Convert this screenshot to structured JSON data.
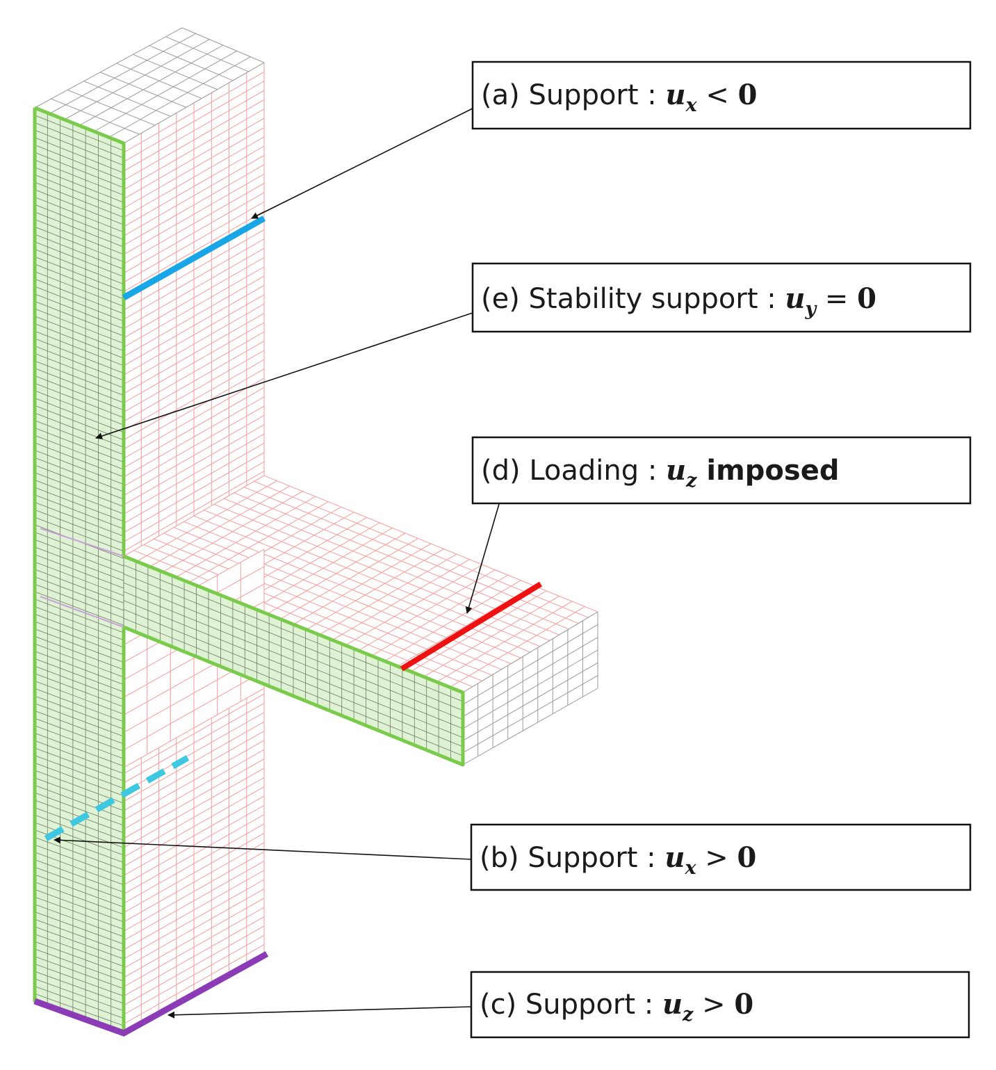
{
  "colors": {
    "mesh_side": "#f4a3a3",
    "mesh_top": "#9a9a9a",
    "front_face_fill": "#dff2d3",
    "front_face_grid": "#6e7a68",
    "outline_green": "#7acb4c",
    "support_a_blue": "#19a6e6",
    "support_b_cyan": "#3ec7e0",
    "support_c_purple": "#8a3bb5",
    "load_red": "#ee1111",
    "box_border": "#111111",
    "arrow": "#111111"
  },
  "labels": {
    "a": {
      "prefix": "(a) Support : ",
      "var": "u",
      "sub": "x",
      "rel": " < ",
      "val": "0"
    },
    "e": {
      "prefix": "(e) Stability support : ",
      "var": "u",
      "sub": "y",
      "rel": " = ",
      "val": "0"
    },
    "d": {
      "prefix": "(d) Loading  : ",
      "var": "u",
      "sub": "z",
      "suffix": " imposed"
    },
    "b": {
      "prefix": "(b) Support : ",
      "var": "u",
      "sub": "x",
      "rel": " > ",
      "val": "0"
    },
    "c": {
      "prefix": "(c) Support : ",
      "var": "u",
      "sub": "z",
      "rel": " > ",
      "val": "0"
    }
  }
}
